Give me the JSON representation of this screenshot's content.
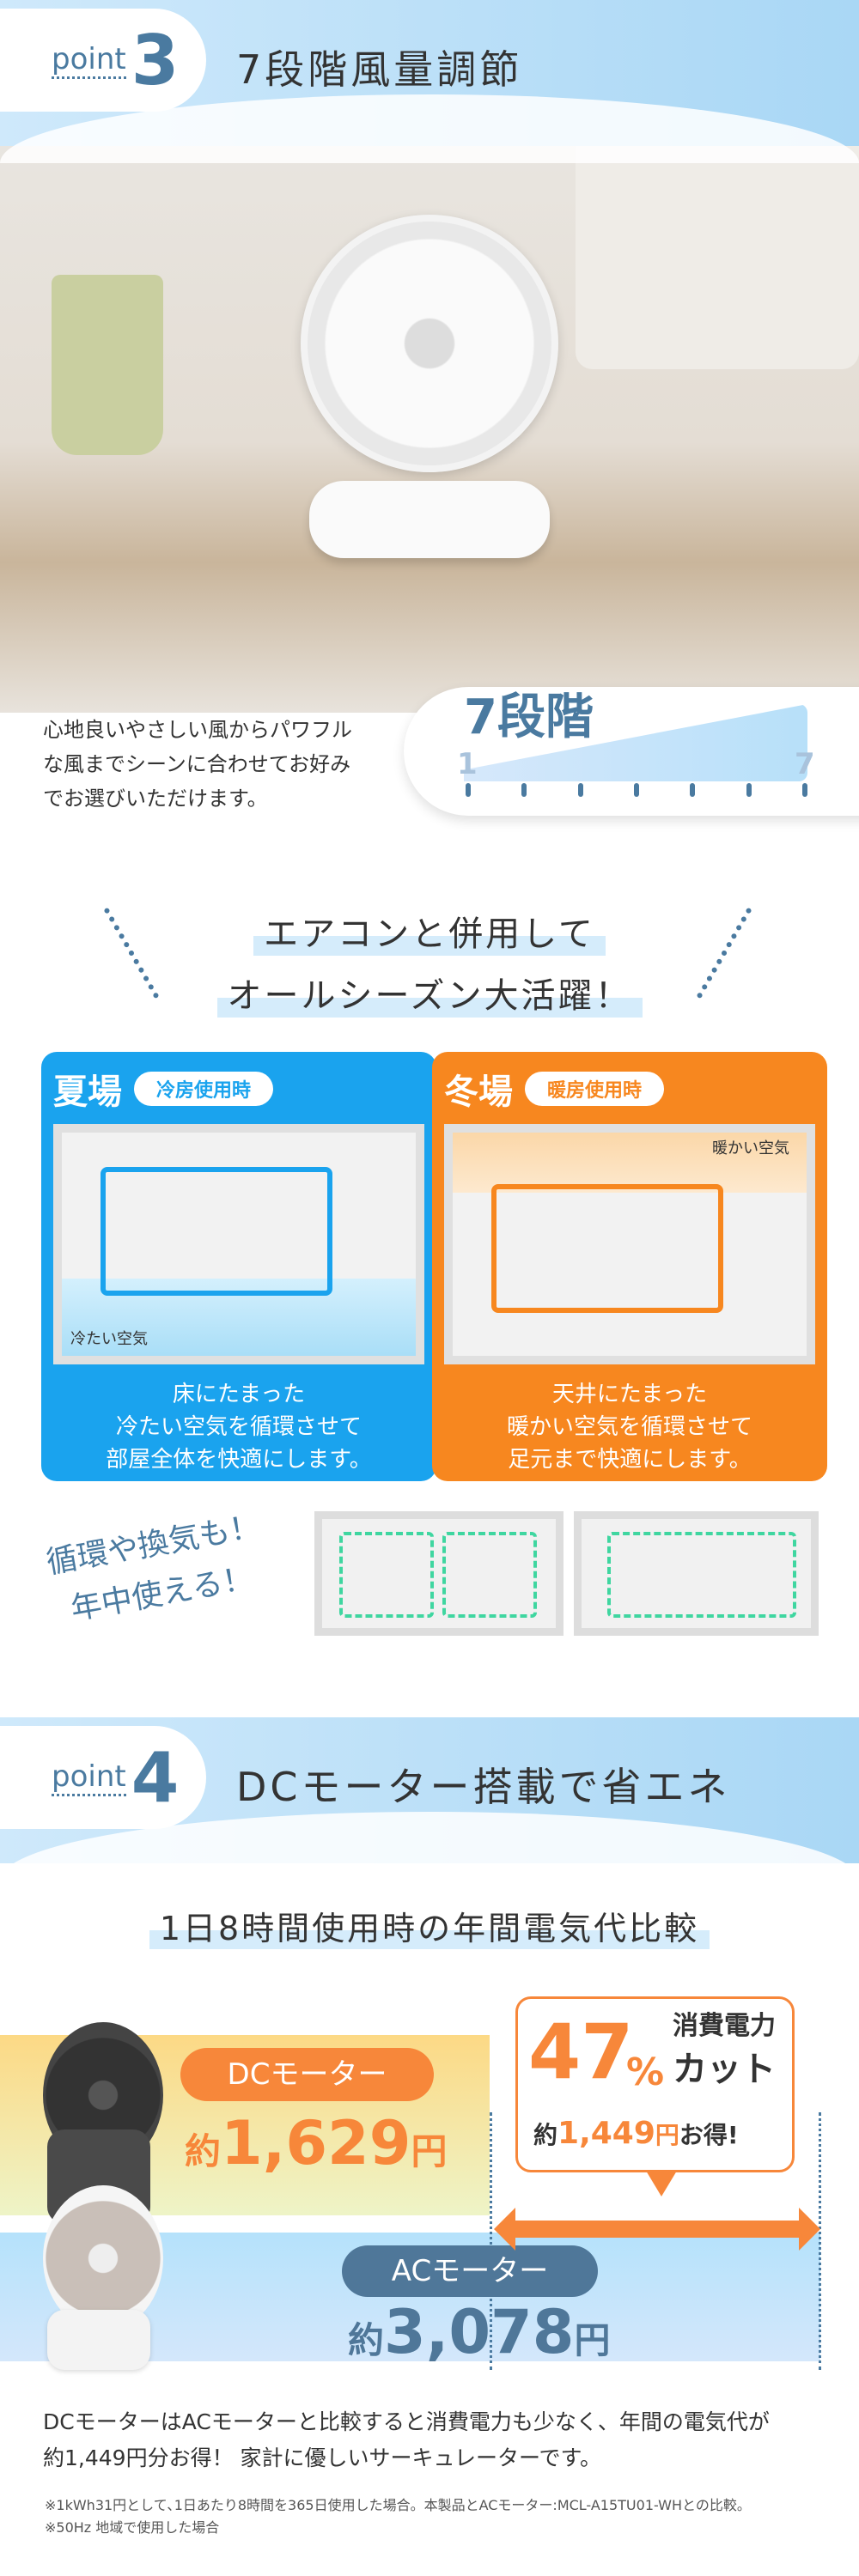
{
  "point3": {
    "label": "point",
    "number": "3",
    "title": "7段階風量調節"
  },
  "steps": {
    "title": "7段階",
    "min": "1",
    "max": "7",
    "levels": 7
  },
  "point3_desc": [
    "心地良いやさしい風からパワフル",
    "な風までシーンに合わせてお好み",
    "でお選びいただけます。"
  ],
  "aircon": {
    "title_lines": [
      "エアコンと併用して",
      "オールシーズン大活躍！"
    ]
  },
  "summer": {
    "title": "夏場",
    "badge": "冷房使用時",
    "air_label": "冷たい空気",
    "desc": [
      "床にたまった",
      "冷たい空気を循環させて",
      "部屋全体を快適にします。"
    ],
    "color": "#1aa3ee"
  },
  "winter": {
    "title": "冬場",
    "badge": "暖房使用時",
    "air_label": "暖かい空気",
    "desc": [
      "天井にたまった",
      "暖かい空気を循環させて",
      "足元まで快適にします。"
    ],
    "color": "#f7871f"
  },
  "circulation": {
    "lines": [
      "循環や換気も！",
      "年中使える！"
    ]
  },
  "point4": {
    "label": "point",
    "number": "4",
    "title": "DCモーター搭載で省エネ"
  },
  "compare": {
    "title": "1日8時間使用時の年間電気代比較",
    "dc": {
      "label": "DCモーター",
      "prefix": "約",
      "value": "1,629",
      "unit": "円"
    },
    "ac": {
      "label": "ACモーター",
      "prefix": "約",
      "value": "3,078",
      "unit": "円"
    },
    "saving": {
      "percent": "47",
      "percent_sign": "%",
      "line1": "消費電力",
      "line2": "カット",
      "prefix": "約",
      "value": "1,449",
      "unit": "円",
      "suffix": "お得!"
    }
  },
  "point4_desc": [
    "DCモーターはACモーターと比較すると消費電力も少なく、年間の電気代が",
    "約1,449円分お得！ 家計に優しいサーキュレーターです。"
  ],
  "notes": [
    "※1kWh31円として､1日あたり8時間を365日使用した場合。本製品とACモーター:MCL-A15TU01-WHとの比較。",
    "※50Hz 地域で使用した場合"
  ]
}
